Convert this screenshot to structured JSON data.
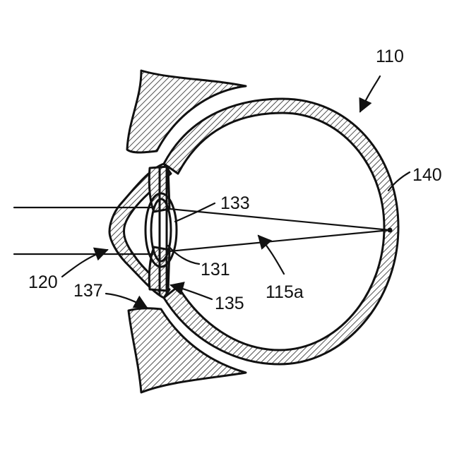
{
  "figure": {
    "labels": {
      "eye": "110",
      "cornea": "120",
      "lens": "131",
      "lens_capsule": "133",
      "ciliary": "135",
      "iris": "137",
      "retina": "140",
      "optical_axis": "115a"
    },
    "colors": {
      "line": "#111111",
      "background": "#ffffff"
    }
  }
}
